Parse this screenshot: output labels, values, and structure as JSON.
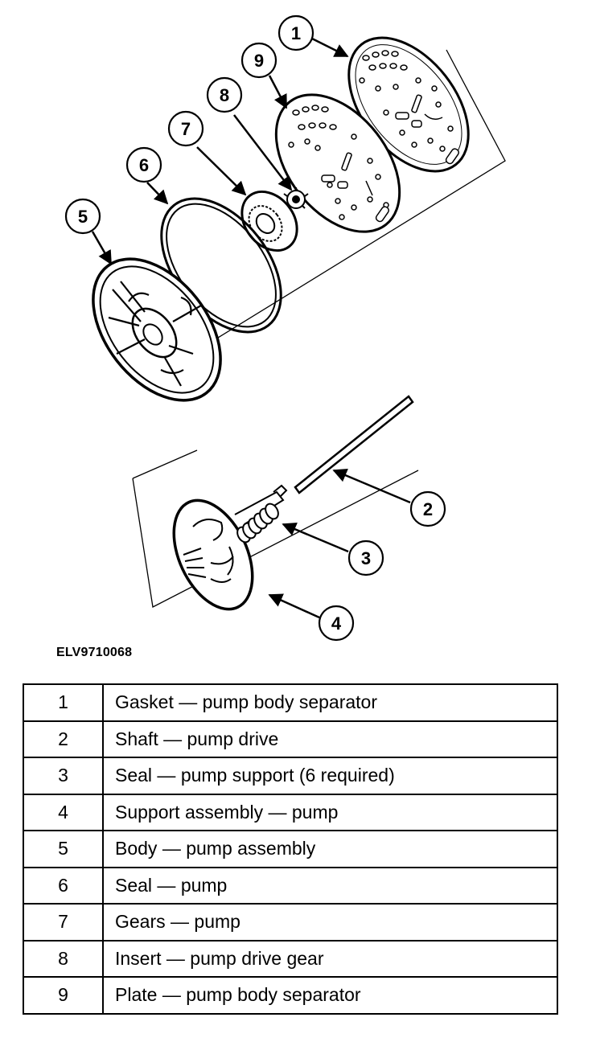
{
  "figure_id": "ELV9710068",
  "callouts": [
    "1",
    "2",
    "3",
    "4",
    "5",
    "6",
    "7",
    "8",
    "9"
  ],
  "parts": [
    {
      "number": "1",
      "description": "Gasket — pump body separator"
    },
    {
      "number": "2",
      "description": "Shaft — pump drive"
    },
    {
      "number": "3",
      "description": "Seal — pump support (6 required)"
    },
    {
      "number": "4",
      "description": "Support assembly — pump"
    },
    {
      "number": "5",
      "description": "Body — pump assembly"
    },
    {
      "number": "6",
      "description": "Seal — pump"
    },
    {
      "number": "7",
      "description": "Gears — pump"
    },
    {
      "number": "8",
      "description": "Insert — pump drive gear"
    },
    {
      "number": "9",
      "description": "Plate — pump body separator"
    }
  ]
}
